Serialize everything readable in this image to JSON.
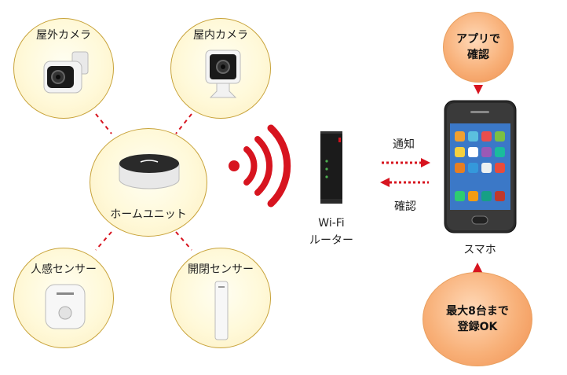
{
  "nodes": {
    "outdoor_camera": "屋外カメラ",
    "indoor_camera": "屋内カメラ",
    "home_unit": "ホームユニット",
    "motion_sensor": "人感センサー",
    "door_sensor": "開閉センサー"
  },
  "router": {
    "line1": "Wi-Fi",
    "line2": "ルーター"
  },
  "arrows": {
    "notify": "通知",
    "confirm": "確認"
  },
  "smartphone": {
    "label": "スマホ"
  },
  "bubbles": {
    "app_line1": "アプリで",
    "app_line2": "確認",
    "reg_line1": "最大8台まで",
    "reg_line2": "登録OK"
  },
  "colors": {
    "accent_red": "#d7141f",
    "node_border": "#c8a33a",
    "bubble_fill": "#f8b078"
  }
}
